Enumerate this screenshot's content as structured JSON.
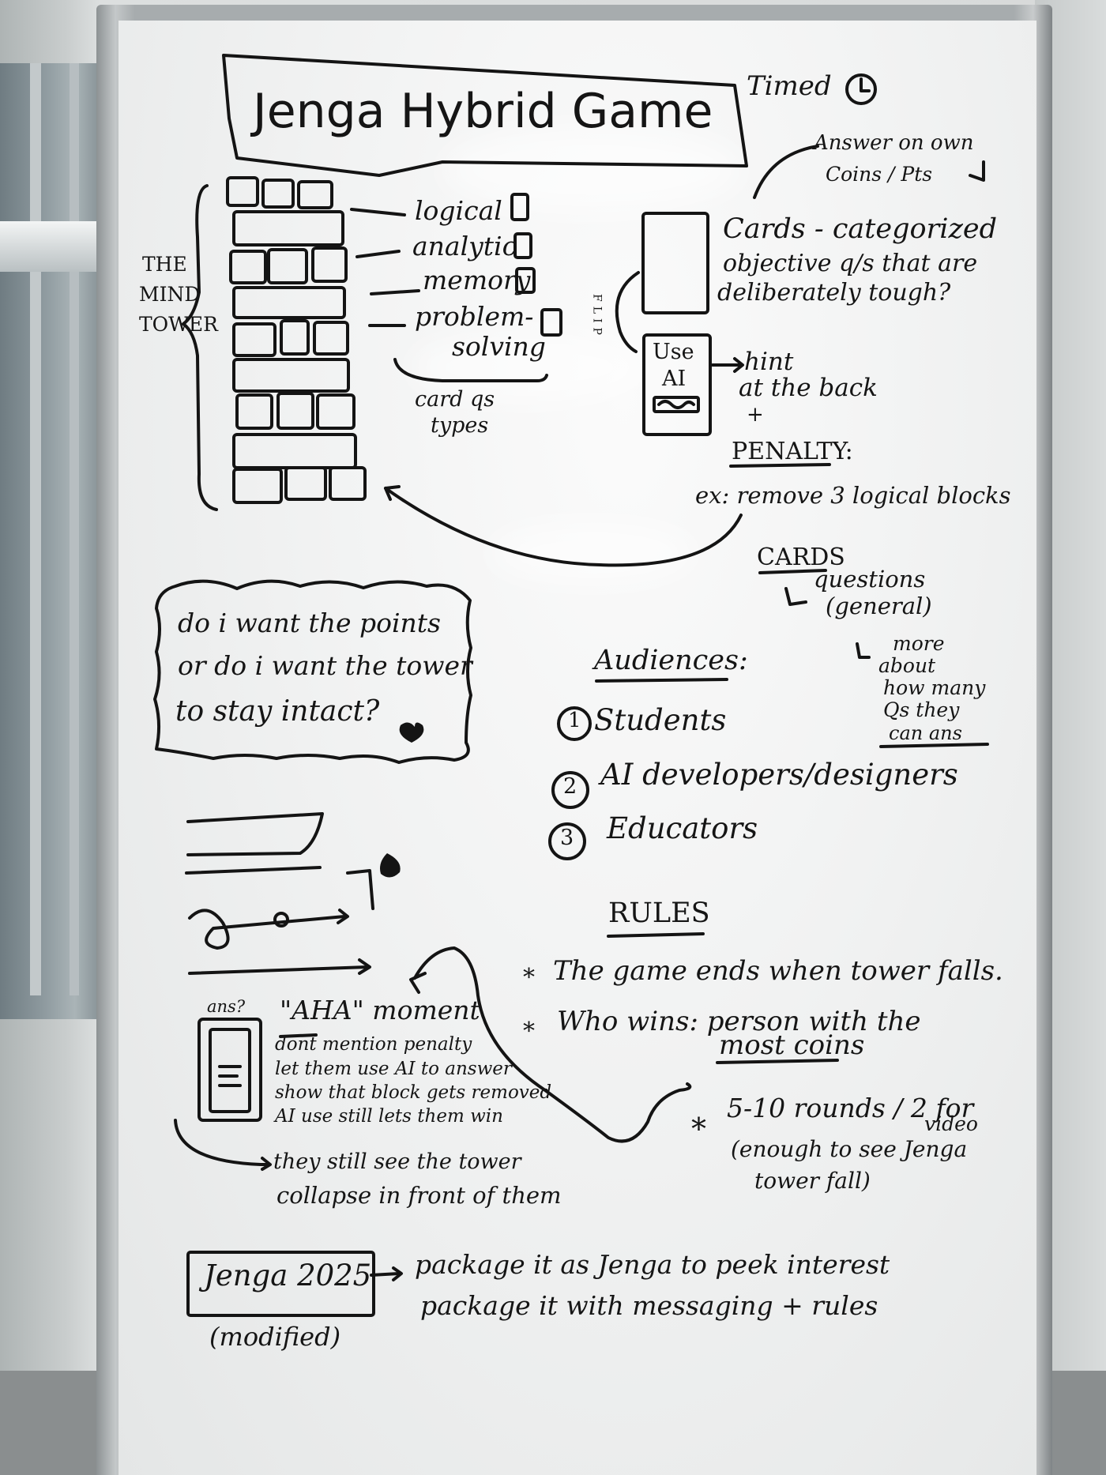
{
  "whiteboard": {
    "title": "Jenga Hybrid Game",
    "timed": "Timed",
    "answer_on_own": "Answer on own",
    "coins_pts": "Coins / Pts",
    "mind_tower": [
      "THE",
      "MIND",
      "TOWER"
    ],
    "card_types": {
      "items": [
        "logical",
        "analytic",
        "memory",
        "problem-",
        "solving"
      ],
      "caption": [
        "card qs",
        "types"
      ]
    },
    "cards_note": [
      "Cards - categorized",
      "objective q/s that are",
      "deliberately tough?"
    ],
    "flip": "FLIP",
    "use_ai": [
      "Use",
      "AI"
    ],
    "hint": [
      "hint",
      "at the back",
      "+"
    ],
    "penalty": "PENALTY:",
    "penalty_example": "ex: remove 3 logical blocks",
    "cards_section": {
      "heading": "CARDS",
      "lines": [
        "questions",
        "(general)",
        "more",
        "about",
        "how many",
        "Qs they",
        "can ans"
      ]
    },
    "thought_bubble": [
      "do i want the points",
      "or do i want the tower",
      "to stay intact?"
    ],
    "audiences": {
      "heading": "Audiences:",
      "items": [
        "Students",
        "AI developers/designers",
        "Educators"
      ],
      "numbers": [
        "1",
        "2",
        "3"
      ]
    },
    "rules": {
      "heading": "RULES",
      "items": [
        "The game ends when tower falls.",
        "Who wins: person with the",
        "most coins"
      ],
      "rounds": [
        "5-10 rounds / 2 for",
        "video",
        "(enough to see Jenga",
        "tower fall)"
      ]
    },
    "aha": {
      "label_small": "ans?",
      "heading": "\"AHA\" moment",
      "bullets": [
        "dont mention penalty",
        "let them use AI to answer",
        "show that block gets removed",
        "AI use still lets them win"
      ],
      "footer": [
        "they still see the tower",
        "collapse in front of them"
      ]
    },
    "footer": {
      "box": "Jenga 2025",
      "modified": "(modified)",
      "bullets": [
        "package it as Jenga to peek interest",
        "package it with messaging + rules"
      ]
    }
  }
}
